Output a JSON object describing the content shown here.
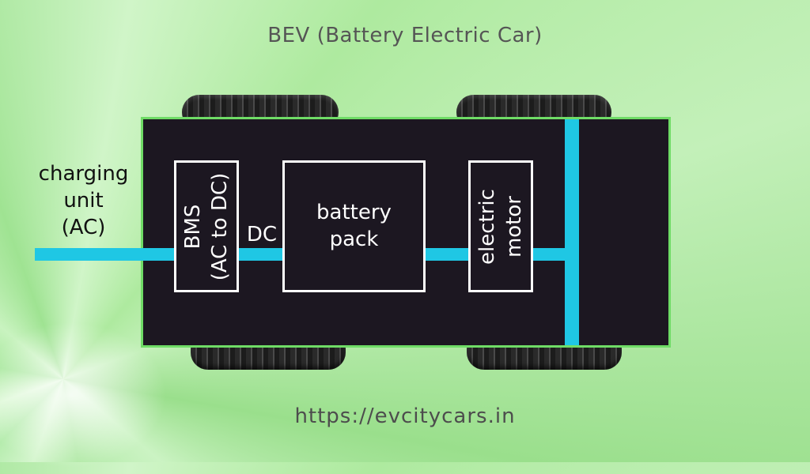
{
  "title": "BEV (Battery Electric Car)",
  "footer": "https://evcitycars.in",
  "nodes": {
    "charging_unit": {
      "line1": "charging",
      "line2": "unit",
      "line3": "(AC)"
    },
    "bms": {
      "line1": "BMS",
      "line2": "(AC to DC)"
    },
    "dc_label": "DC",
    "battery_pack": {
      "line1": "battery",
      "line2": "pack"
    },
    "electric_motor": {
      "line1": "electric",
      "line2": "motor"
    }
  },
  "colors": {
    "wire": "#1fc7e4",
    "chassis": "#1c1721",
    "chassis_border": "#6fdc66",
    "box_border": "#ffffff"
  }
}
